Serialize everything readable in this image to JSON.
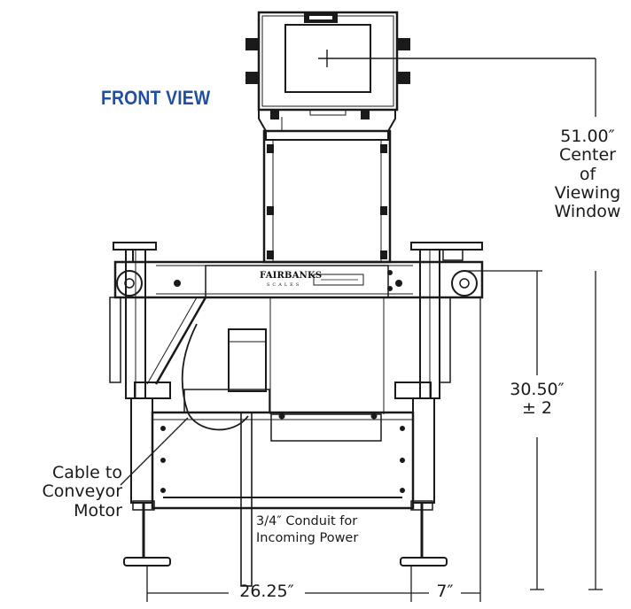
{
  "view_title": "FRONT VIEW",
  "brand": {
    "name": "FAIRBANKS",
    "sub": "SCALES"
  },
  "dimensions": {
    "viewing_height": {
      "value": "51.00″",
      "line1": "Center",
      "line2": "of",
      "line3": "Viewing",
      "line4": "Window"
    },
    "conveyor_height": {
      "value": "30.50″",
      "tolerance": "± 2"
    },
    "foot_span": "26.25″",
    "side_offset": "7″"
  },
  "callouts": {
    "cable": {
      "line1": "Cable to",
      "line2": "Conveyor",
      "line3": "Motor"
    },
    "conduit": {
      "line1": "3/4″ Conduit for",
      "line2": "Incoming Power"
    }
  },
  "colors": {
    "title": "#1f4fa3",
    "line": "#1a1a1a"
  }
}
